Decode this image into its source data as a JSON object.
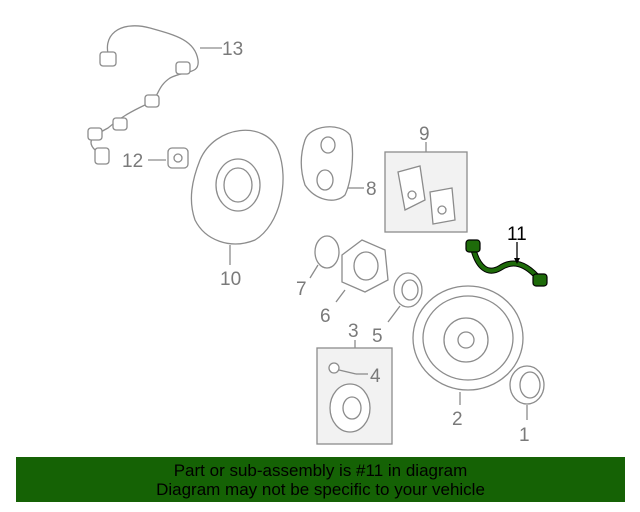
{
  "diagram": {
    "callouts": [
      {
        "id": "1",
        "label": "1"
      },
      {
        "id": "2",
        "label": "2"
      },
      {
        "id": "3",
        "label": "3"
      },
      {
        "id": "4",
        "label": "4"
      },
      {
        "id": "5",
        "label": "5"
      },
      {
        "id": "6",
        "label": "6"
      },
      {
        "id": "7",
        "label": "7"
      },
      {
        "id": "8",
        "label": "8"
      },
      {
        "id": "9",
        "label": "9"
      },
      {
        "id": "10",
        "label": "10"
      },
      {
        "id": "11",
        "label": "11"
      },
      {
        "id": "12",
        "label": "12"
      },
      {
        "id": "13",
        "label": "13"
      }
    ],
    "highlight_color": "#1e6b0a"
  },
  "banner": {
    "line1": "Part or sub-assembly is #11 in diagram",
    "line2": "Diagram may not be specific to your vehicle",
    "color": "#156205"
  }
}
